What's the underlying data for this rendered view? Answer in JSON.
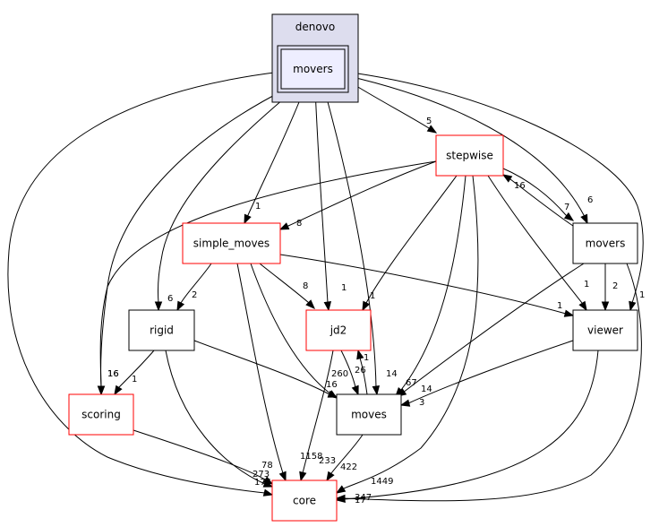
{
  "colors": {
    "cluster_fill": "#ddddee",
    "cluster_border": "#000000",
    "inner_fill": "#eeeeff",
    "node_fill": "#ffffff",
    "node_border": "#000000",
    "incomplete_border": "#ff0000",
    "edge": "#000000"
  },
  "cluster": {
    "id": "denovo",
    "label": "denovo"
  },
  "nodes": [
    {
      "id": "movers_denovo",
      "label": "movers",
      "style": "inner"
    },
    {
      "id": "stepwise",
      "label": "stepwise",
      "style": "red"
    },
    {
      "id": "simple_moves",
      "label": "simple_moves",
      "style": "red"
    },
    {
      "id": "movers_r",
      "label": "movers",
      "style": "black"
    },
    {
      "id": "rigid",
      "label": "rigid",
      "style": "black"
    },
    {
      "id": "jd2",
      "label": "jd2",
      "style": "red"
    },
    {
      "id": "viewer",
      "label": "viewer",
      "style": "black"
    },
    {
      "id": "scoring",
      "label": "scoring",
      "style": "red"
    },
    {
      "id": "moves",
      "label": "moves",
      "style": "black"
    },
    {
      "id": "core",
      "label": "core",
      "style": "red"
    }
  ],
  "edges": [
    {
      "id": "e1",
      "from": "movers_denovo",
      "to": "stepwise",
      "label": "5"
    },
    {
      "id": "e2",
      "from": "movers_denovo",
      "to": "movers_r",
      "label": "6"
    },
    {
      "id": "e3",
      "from": "movers_denovo",
      "to": "viewer",
      "label": "1"
    },
    {
      "id": "e4",
      "from": "movers_denovo",
      "to": "simple_moves",
      "label": "1"
    },
    {
      "id": "e5",
      "from": "movers_denovo",
      "to": "rigid",
      "label": "6"
    },
    {
      "id": "e6",
      "from": "movers_denovo",
      "to": "jd2",
      "label": "1"
    },
    {
      "id": "e7",
      "from": "movers_denovo",
      "to": "moves",
      "label": "14"
    },
    {
      "id": "e8",
      "from": "movers_denovo",
      "to": "scoring",
      "label": "16"
    },
    {
      "id": "e9",
      "from": "movers_denovo",
      "to": "core",
      "label": "174"
    },
    {
      "id": "e10",
      "from": "stepwise",
      "to": "simple_moves",
      "label": "8"
    },
    {
      "id": "e11",
      "from": "stepwise",
      "to": "movers_r",
      "label": "7"
    },
    {
      "id": "e12",
      "from": "movers_r",
      "to": "stepwise",
      "label": "16"
    },
    {
      "id": "e13",
      "from": "stepwise",
      "to": "jd2",
      "label": "1"
    },
    {
      "id": "e14",
      "from": "stepwise",
      "to": "viewer",
      "label": "1"
    },
    {
      "id": "e15",
      "from": "stepwise",
      "to": "moves",
      "label": "67"
    },
    {
      "id": "e16",
      "from": "stepwise",
      "to": "scoring",
      "label": "16"
    },
    {
      "id": "e17",
      "from": "stepwise",
      "to": "core",
      "label": "1449"
    },
    {
      "id": "e18",
      "from": "simple_moves",
      "to": "rigid",
      "label": "2"
    },
    {
      "id": "e19",
      "from": "simple_moves",
      "to": "jd2",
      "label": "8"
    },
    {
      "id": "e20",
      "from": "simple_moves",
      "to": "viewer",
      "label": "1"
    },
    {
      "id": "e21",
      "from": "simple_moves",
      "to": "moves",
      "label": "260"
    },
    {
      "id": "e22",
      "from": "simple_moves",
      "to": "core",
      "label": "1158"
    },
    {
      "id": "e23",
      "from": "movers_r",
      "to": "viewer",
      "label": "2"
    },
    {
      "id": "e24",
      "from": "movers_r",
      "to": "moves",
      "label": "14"
    },
    {
      "id": "e25",
      "from": "movers_r",
      "to": "core",
      "label": "347"
    },
    {
      "id": "e26",
      "from": "rigid",
      "to": "scoring",
      "label": "1"
    },
    {
      "id": "e27",
      "from": "rigid",
      "to": "moves",
      "label": "16"
    },
    {
      "id": "e28",
      "from": "rigid",
      "to": "core",
      "label": "78"
    },
    {
      "id": "e29",
      "from": "jd2",
      "to": "moves",
      "label": "26"
    },
    {
      "id": "e30",
      "from": "jd2",
      "to": "core",
      "label": "233"
    },
    {
      "id": "e31",
      "from": "moves",
      "to": "jd2",
      "label": "1"
    },
    {
      "id": "e32",
      "from": "moves",
      "to": "core",
      "label": "422"
    },
    {
      "id": "e33",
      "from": "viewer",
      "to": "moves",
      "label": "3"
    },
    {
      "id": "e34",
      "from": "viewer",
      "to": "core",
      "label": "17"
    },
    {
      "id": "e35",
      "from": "scoring",
      "to": "core",
      "label": "273"
    }
  ]
}
